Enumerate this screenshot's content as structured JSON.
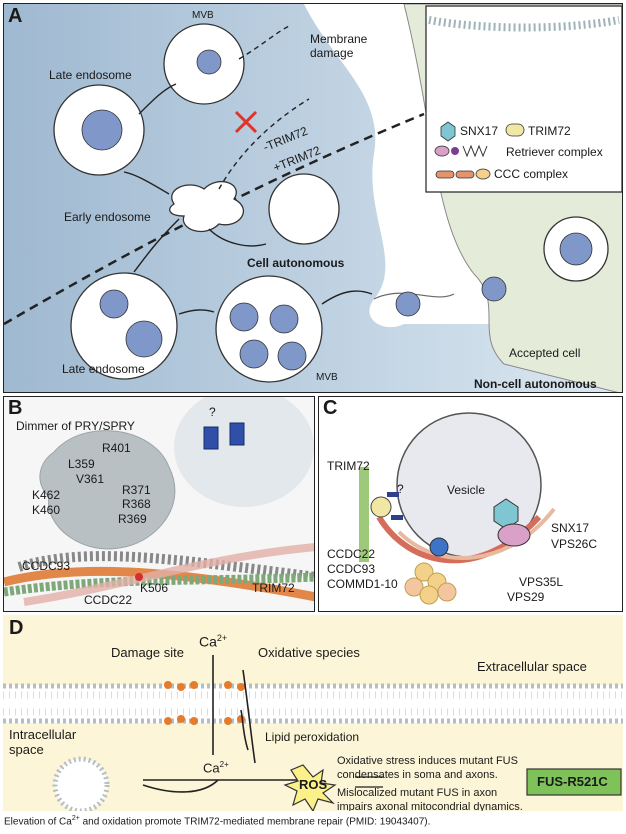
{
  "panel_a": {
    "letter": "A",
    "membrane_damage": "Membrane damage",
    "mvb_top": "MVB",
    "late_endosome_top": "Late endosome",
    "early_endosome": "Early endosome",
    "minus_trim72": "-TRIM72",
    "plus_trim72": "+TRIM72",
    "cell_autonomous": "Cell autonomous",
    "late_endosome_bottom": "Late endosome",
    "mvb_bottom": "MVB",
    "accepted_cell": "Accepted cell",
    "non_cell_autonomous": "Non-cell autonomous",
    "legend": {
      "snx17": "SNX17",
      "trim72": "TRIM72",
      "retriever": "Retriever complex",
      "ccc": "CCC complex"
    }
  },
  "panel_b": {
    "letter": "B",
    "title": "Dimmer of PRY/SPRY",
    "question": "?",
    "residues": [
      "R401",
      "L359",
      "V361",
      "K462",
      "K460",
      "R371",
      "R368",
      "R369"
    ],
    "k506": "K506",
    "ccdc93": "CCDC93",
    "ccdc22": "CCDC22",
    "trim72": "TRIM72"
  },
  "panel_c": {
    "letter": "C",
    "trim72": "TRIM72",
    "question": "?",
    "vesicle": "Vesicle",
    "snx17": "SNX17",
    "vps26c": "VPS26C",
    "ccdc22": "CCDC22",
    "ccdc93": "CCDC93",
    "commd": "COMMD1-10",
    "vps35l": "VPS35L",
    "vps29": "VPS29"
  },
  "panel_d": {
    "letter": "D",
    "damage_site": "Damage site",
    "ca_top": "Ca",
    "ca_sup": "2+",
    "oxidative_species": "Oxidative species",
    "extracellular": "Extracellular space",
    "intracellular": "Intracellular space",
    "lipid_peroxidation": "Lipid peroxidation",
    "ca_mid": "Ca",
    "ros": "ROS",
    "stress_text_1": "Oxidative stress induces mutant FUS",
    "stress_text_2": "condensates in soma and axons.",
    "mislocalized_1": "Mislocalized mutant FUS in axon",
    "mislocalized_2": "impairs axonal mitocondrial dynamics.",
    "fus_box": "FUS-R521C"
  },
  "caption": {
    "before": "Elevation of Ca",
    "sup": "2+",
    "after": " and oxidation promote TRIM72-mediated membrane repair (PMID: 19043407)."
  },
  "colors": {
    "cytoplasm": "#c9d9e6",
    "cell_outer": "#e4ecd9",
    "vesicle_fill": "#7f97c9",
    "panel_d_bg": "#fdf5d7",
    "lipid_head": "#e57b2c",
    "ros_fill": "#fbf08a",
    "fus_green": "#7fc25a",
    "snx17": "#7fc6d3",
    "trim72": "#efe7a3",
    "retriever_pink": "#d9a0c8",
    "ccc_orange": "#e4936a"
  }
}
